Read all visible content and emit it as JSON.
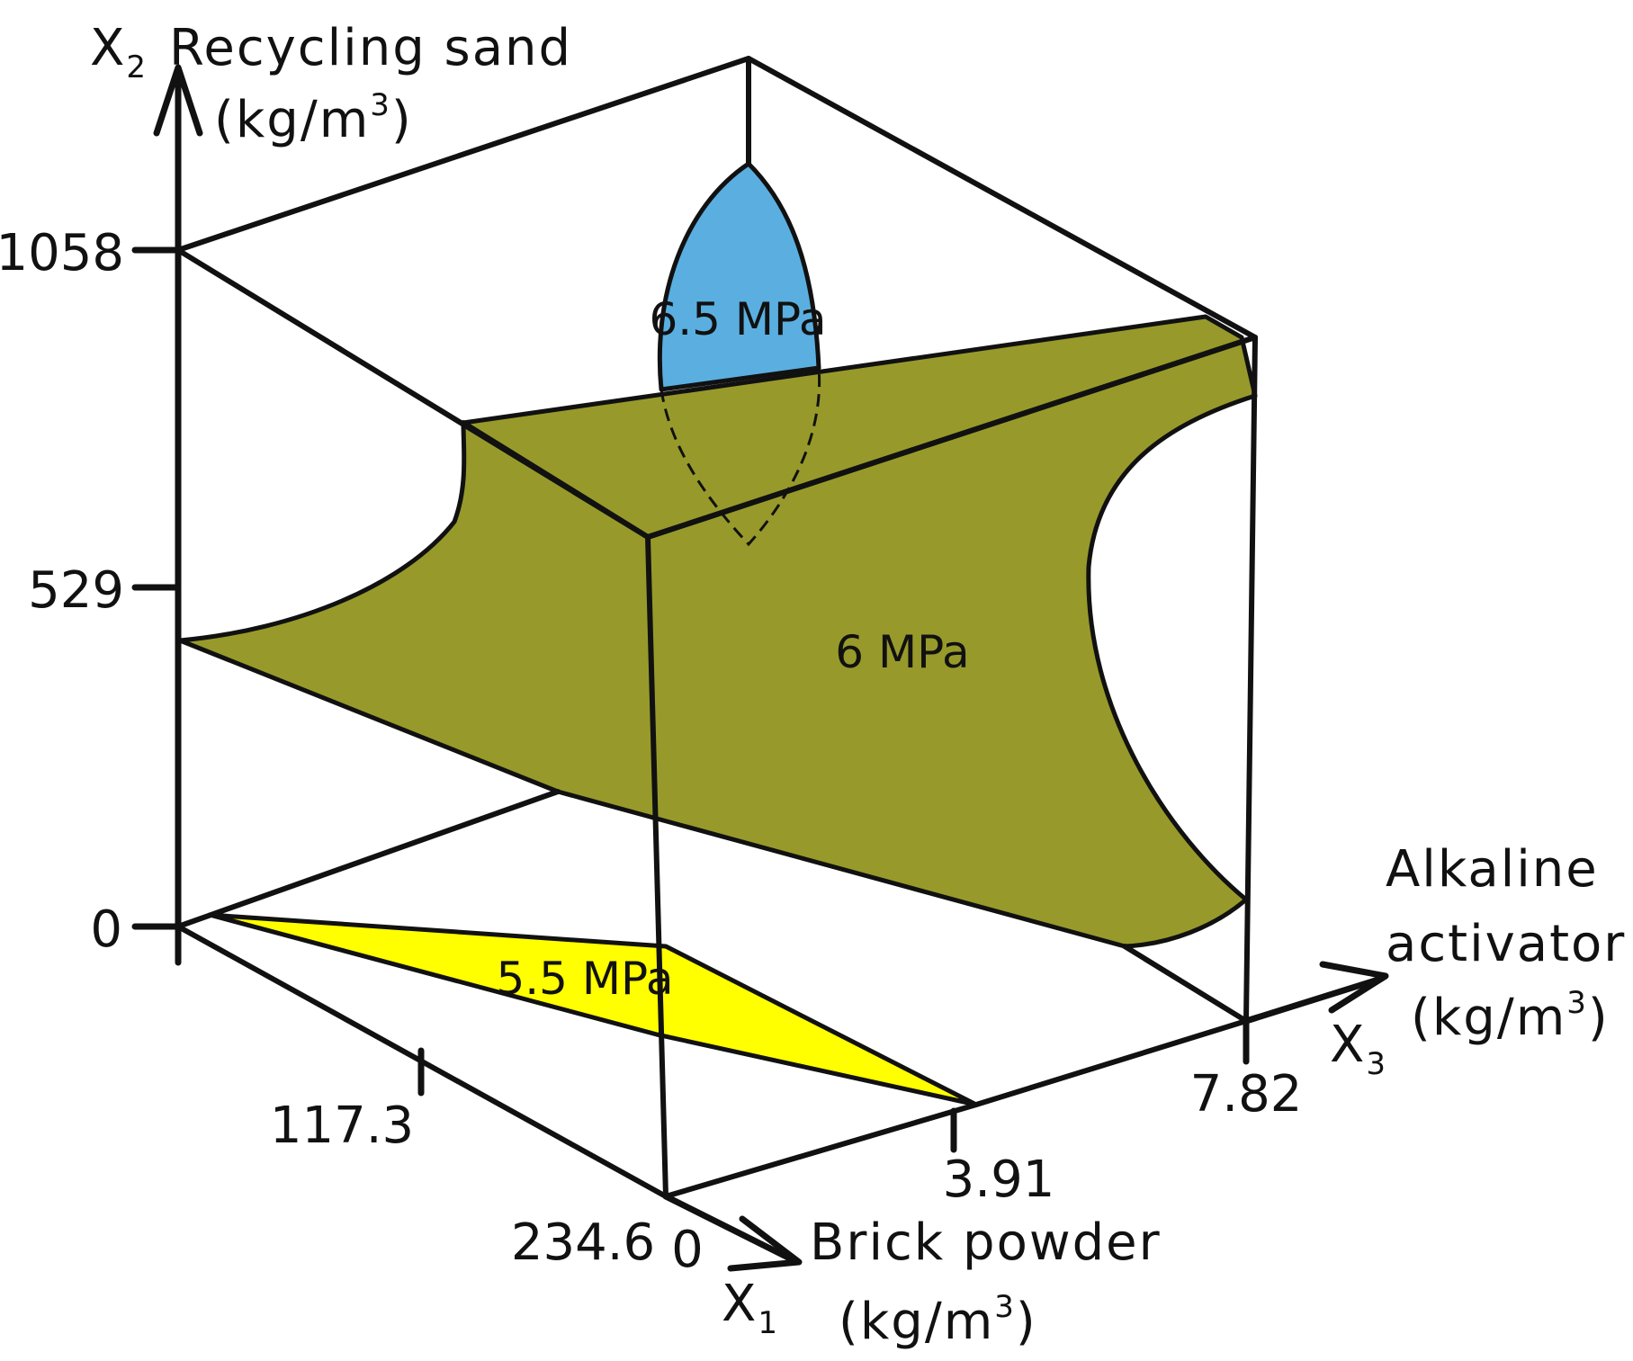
{
  "axes": {
    "x1": {
      "symbol": "X",
      "sub": "1",
      "name": "Brick powder",
      "unit_base": "(kg/m",
      "unit_exp": "3",
      "unit_close": ")"
    },
    "x2": {
      "symbol": "X",
      "sub": "2",
      "name": "Recycling sand",
      "unit_base": "(kg/m",
      "unit_exp": "3",
      "unit_close": ")"
    },
    "x3": {
      "symbol": "X",
      "sub": "3",
      "name_line1": "Alkaline",
      "name_line2": "activator",
      "unit_base": "(kg/m",
      "unit_exp": "3",
      "unit_close": ")"
    }
  },
  "ticks": {
    "x2": [
      "1058",
      "529",
      "0"
    ],
    "x1": [
      "117.3",
      "234.6"
    ],
    "x3": [
      "0",
      "3.91",
      "7.82"
    ]
  },
  "regions": {
    "high": {
      "label": "6.5 MPa",
      "color": "#5aafe0"
    },
    "mid": {
      "label": "6 MPa",
      "color": "#979a2a"
    },
    "low": {
      "label": "5.5 MPa",
      "color": "#ffff00"
    }
  }
}
